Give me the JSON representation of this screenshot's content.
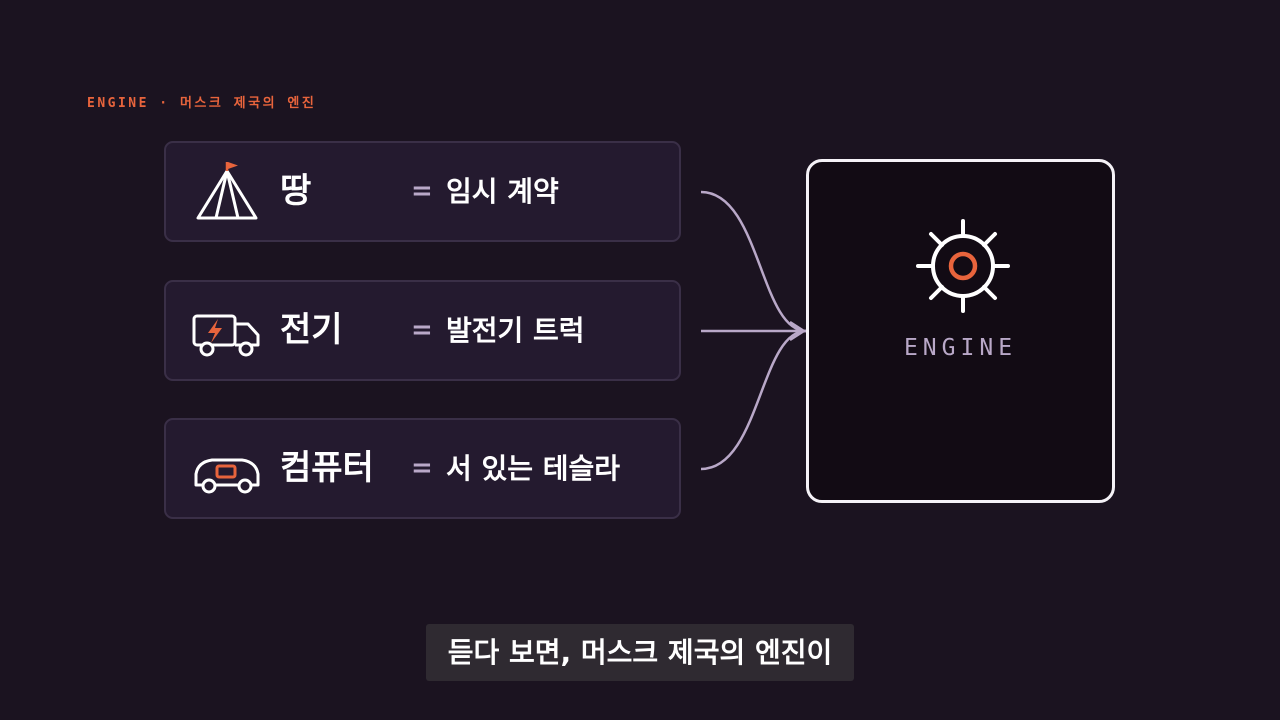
{
  "header": {
    "kicker": "ENGINE · 머스크 제국의 엔진"
  },
  "rows": [
    {
      "icon": "tent-flag-icon",
      "term": "땅",
      "equals": "=",
      "meaning": "임시 계약"
    },
    {
      "icon": "electric-truck-icon",
      "term": "전기",
      "equals": "=",
      "meaning": "발전기 트럭"
    },
    {
      "icon": "car-icon",
      "term": "컴퓨터",
      "equals": "=",
      "meaning": "서 있는 테슬라"
    }
  ],
  "engine": {
    "icon": "engine-gear-icon",
    "label": "ENGINE"
  },
  "subtitle": {
    "text": "듣다 보면, 머스크 제국의 엔진이"
  },
  "colors": {
    "background": "#1b1320",
    "accent": "#e8643c",
    "muted": "#b9a8c8",
    "card": "#241a2f",
    "card_border": "#3a2f47",
    "engine_box": "#120b14"
  }
}
